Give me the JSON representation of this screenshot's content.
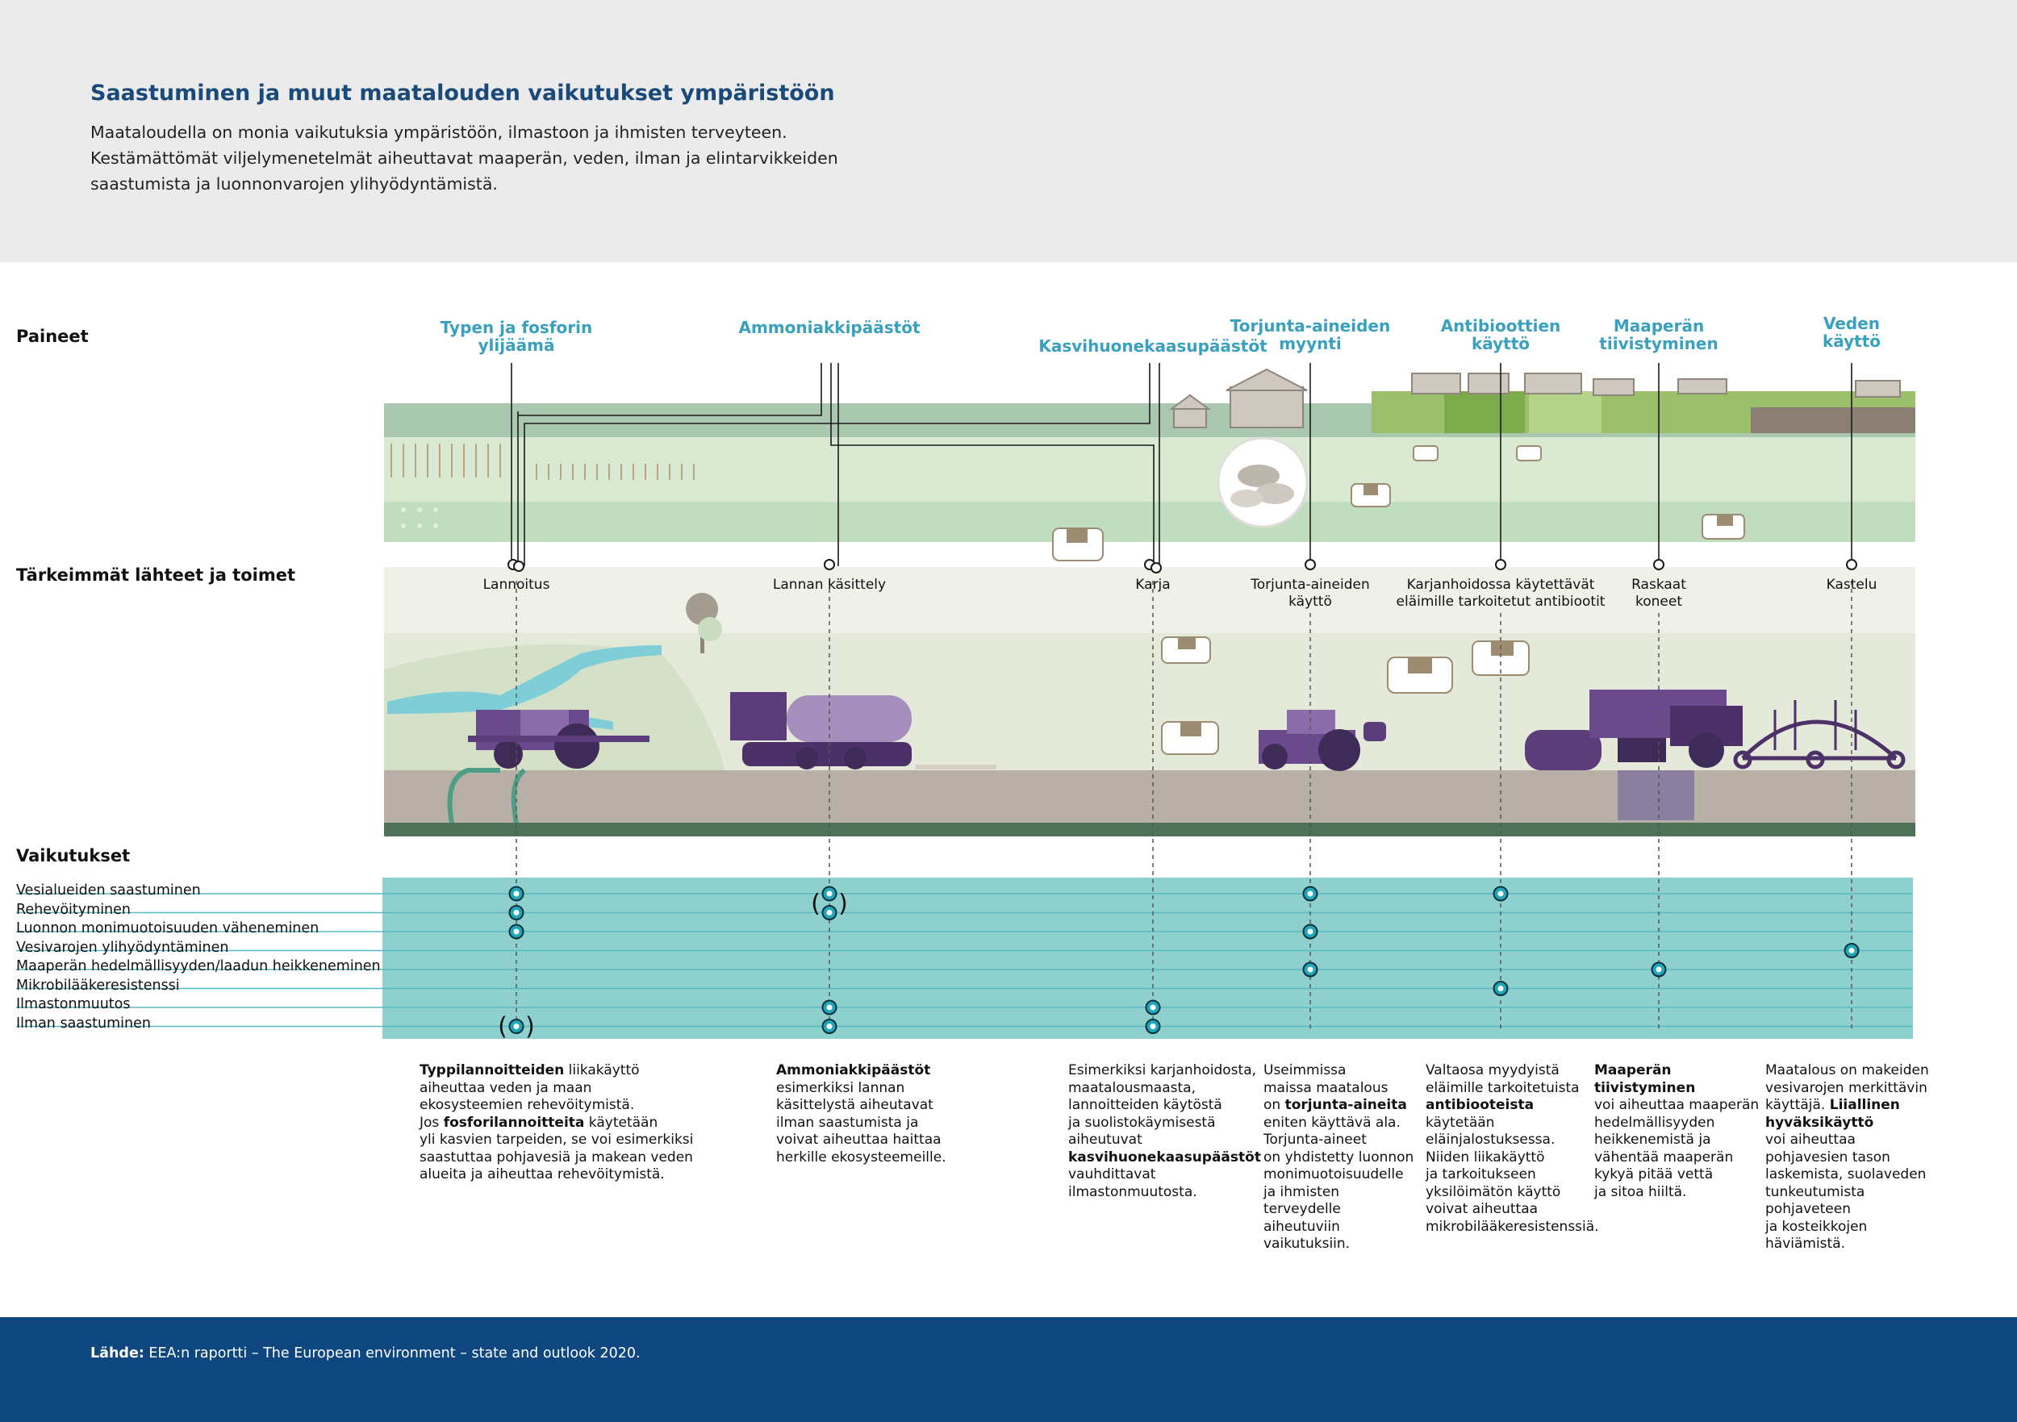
{
  "title": "Saastuminen ja muut maatalouden vaikutukset ympäristöön",
  "intro": [
    "Maataloudella on monia vaikutuksia ympäristöön, ilmastoon ja ihmisten terveyteen.",
    "Kestämättömät viljelymenetelmät aiheuttavat maaperän, veden, ilman ja elintarvikkeiden",
    "saastumista ja luonnonvarojen ylihyödyntämistä."
  ],
  "sections": {
    "pressures": "Paineet",
    "sources": "Tärkeimmät lähteet ja toimet",
    "impacts": "Vaikutukset"
  },
  "pressures": [
    {
      "lines": [
        "Typen ja fosforin",
        "ylijäämä"
      ]
    },
    {
      "lines": [
        "Ammoniakkipäästöt"
      ]
    },
    {
      "lines": [
        "Kasvihuonekaasupäästöt"
      ]
    },
    {
      "lines": [
        "Torjunta-aineiden",
        "myynti"
      ]
    },
    {
      "lines": [
        "Antibioottien",
        "käyttö"
      ]
    },
    {
      "lines": [
        "Maaperän",
        "tiivistyminen"
      ]
    },
    {
      "lines": [
        "Veden",
        "käyttö"
      ]
    }
  ],
  "sources": [
    {
      "lines": [
        "Lannoitus"
      ]
    },
    {
      "lines": [
        "Lannan käsittely"
      ]
    },
    {
      "lines": [
        "Karja"
      ]
    },
    {
      "lines": [
        "Torjunta-aineiden",
        "käyttö"
      ]
    },
    {
      "lines": [
        "Karjanhoidossa käytettävät",
        "eläimille tarkoitetut antibiootit"
      ]
    },
    {
      "lines": [
        "Raskaat",
        "koneet"
      ]
    },
    {
      "lines": [
        "Kastelu"
      ]
    }
  ],
  "impacts": [
    "Vesialueiden saastuminen",
    "Rehevöityminen",
    "Luonnon monimuotoisuuden väheneminen",
    "Vesivarojen ylihyödyntäminen",
    "Maaperän hedelmällisyyden/laadun heikkeneminen",
    "Mikrobilääkeresistenssi",
    "Ilmastonmuutos",
    "Ilman saastuminen"
  ],
  "impact_matrix": [
    {
      "source": "Lannoitus",
      "impacts": [
        0,
        1,
        2
      ],
      "bracketed": [
        7
      ]
    },
    {
      "source": "Lannan käsittely",
      "impacts": [
        6,
        7
      ],
      "bracketed": [
        0,
        1
      ]
    },
    {
      "source": "Karja",
      "impacts": [
        6,
        7
      ],
      "bracketed": []
    },
    {
      "source": "Torjunta-aineiden käyttö",
      "impacts": [
        0,
        2,
        4
      ],
      "bracketed": []
    },
    {
      "source": "Karjanhoidossa käytettävät eläimille tarkoitetut antibiootit",
      "impacts": [
        0,
        5
      ],
      "bracketed": []
    },
    {
      "source": "Raskaat koneet",
      "impacts": [
        4
      ],
      "bracketed": []
    },
    {
      "source": "Kastelu",
      "impacts": [
        3
      ],
      "bracketed": []
    }
  ],
  "bracket_open": "(",
  "bracket_close": ")",
  "descriptions": [
    {
      "lines": [
        [
          {
            "b": "Typpilannoitteiden"
          },
          {
            "t": " liikakäyttö"
          }
        ],
        [
          {
            "t": "aiheuttaa veden ja maan"
          }
        ],
        [
          {
            "t": "ekosysteemien rehevöitymistä."
          }
        ],
        [
          {
            "t": "Jos "
          },
          {
            "b": "fosforilannoitteita"
          },
          {
            "t": " käytetään"
          }
        ],
        [
          {
            "t": "yli kasvien tarpeiden, se voi esimerkiksi"
          }
        ],
        [
          {
            "t": "saastuttaa pohjavesiä ja makean veden"
          }
        ],
        [
          {
            "t": "alueita ja aiheuttaa rehevöitymistä."
          }
        ]
      ]
    },
    {
      "lines": [
        [
          {
            "b": "Ammoniakkipäästöt"
          }
        ],
        [
          {
            "t": "esimerkiksi lannan"
          }
        ],
        [
          {
            "t": "käsittelystä aiheutavat"
          }
        ],
        [
          {
            "t": "ilman saastumista ja"
          }
        ],
        [
          {
            "t": "voivat aiheuttaa haittaa"
          }
        ],
        [
          {
            "t": "herkille ekosysteemeille."
          }
        ]
      ]
    },
    {
      "lines": [
        [
          {
            "t": "Esimerkiksi karjanhoidosta,"
          }
        ],
        [
          {
            "t": "maatalousmaasta,"
          }
        ],
        [
          {
            "t": "lannoitteiden käytöstä"
          }
        ],
        [
          {
            "t": "ja suolistokäymisestä"
          }
        ],
        [
          {
            "t": "aiheutuvat"
          }
        ],
        [
          {
            "b": "kasvihuonekaasupäästöt"
          }
        ],
        [
          {
            "t": "vauhdittavat"
          }
        ],
        [
          {
            "t": "ilmastonmuutosta."
          }
        ]
      ]
    },
    {
      "lines": [
        [
          {
            "t": "Useimmissa"
          }
        ],
        [
          {
            "t": "maissa maatalous"
          }
        ],
        [
          {
            "t": "on "
          },
          {
            "b": "torjunta-aineita"
          }
        ],
        [
          {
            "t": "eniten käyttävä ala."
          }
        ],
        [
          {
            "t": "Torjunta-aineet"
          }
        ],
        [
          {
            "t": "on yhdistetty luonnon"
          }
        ],
        [
          {
            "t": "monimuotoisuudelle"
          }
        ],
        [
          {
            "t": "ja ihmisten"
          }
        ],
        [
          {
            "t": "terveydelle"
          }
        ],
        [
          {
            "t": "aiheutuviin"
          }
        ],
        [
          {
            "t": "vaikutuksiin."
          }
        ]
      ]
    },
    {
      "lines": [
        [
          {
            "t": "Valtaosa myydyistä"
          }
        ],
        [
          {
            "t": "eläimille tarkoitetuista"
          }
        ],
        [
          {
            "b": "antibiooteista"
          }
        ],
        [
          {
            "t": "käytetään"
          }
        ],
        [
          {
            "t": "eläinjalostuksessa."
          }
        ],
        [
          {
            "t": "Niiden liikakäyttö"
          }
        ],
        [
          {
            "t": "ja tarkoitukseen"
          }
        ],
        [
          {
            "t": "yksilöimätön käyttö"
          }
        ],
        [
          {
            "t": "voivat aiheuttaa"
          }
        ],
        [
          {
            "t": "mikrobilääkeresistenssiä."
          }
        ]
      ]
    },
    {
      "lines": [
        [
          {
            "b": "Maaperän"
          }
        ],
        [
          {
            "b": "tiivistyminen"
          }
        ],
        [
          {
            "t": "voi aiheuttaa maaperän"
          }
        ],
        [
          {
            "t": "hedelmällisyyden"
          }
        ],
        [
          {
            "t": "heikkenemistä ja"
          }
        ],
        [
          {
            "t": "vähentää maaperän"
          }
        ],
        [
          {
            "t": "kykyä pitää vettä"
          }
        ],
        [
          {
            "t": "ja sitoa hiiltä."
          }
        ]
      ]
    },
    {
      "lines": [
        [
          {
            "t": "Maatalous on makeiden"
          }
        ],
        [
          {
            "t": "vesivarojen merkittävin"
          }
        ],
        [
          {
            "t": "käyttäjä. "
          },
          {
            "b": "Liiallinen"
          }
        ],
        [
          {
            "b": "hyväksikäyttö"
          }
        ],
        [
          {
            "t": "voi aiheuttaa"
          }
        ],
        [
          {
            "t": "pohjavesien tason"
          }
        ],
        [
          {
            "t": "laskemista, suolaveden"
          }
        ],
        [
          {
            "t": "tunkeutumista"
          }
        ],
        [
          {
            "t": "pohjaveteen"
          }
        ],
        [
          {
            "t": "ja kosteikkojen"
          }
        ],
        [
          {
            "t": "häviämistä."
          }
        ]
      ]
    }
  ],
  "footer": {
    "label": "Lähde:",
    "text": " EEA:n raportti – The European environment – state and outlook 2020."
  },
  "colors": {
    "title": "#1a4a7a",
    "pressure_label": "#3aa0bf",
    "impact_band": "#8ed0cd",
    "impact_line": "#5ab8c4",
    "marker_outer": "#1fa6b9",
    "footer": "#0e4680",
    "machinery": "#5b3d7a",
    "field_green": "#d9e9d2",
    "soil": "#b8b0a6"
  },
  "icons": [
    "tractor-icon",
    "manure-spreader-icon",
    "cow-icon",
    "pigs-icon",
    "farmhouse-icon",
    "harvester-icon",
    "irrigation-icon",
    "wheat-icon",
    "tree-icon",
    "river-icon"
  ]
}
